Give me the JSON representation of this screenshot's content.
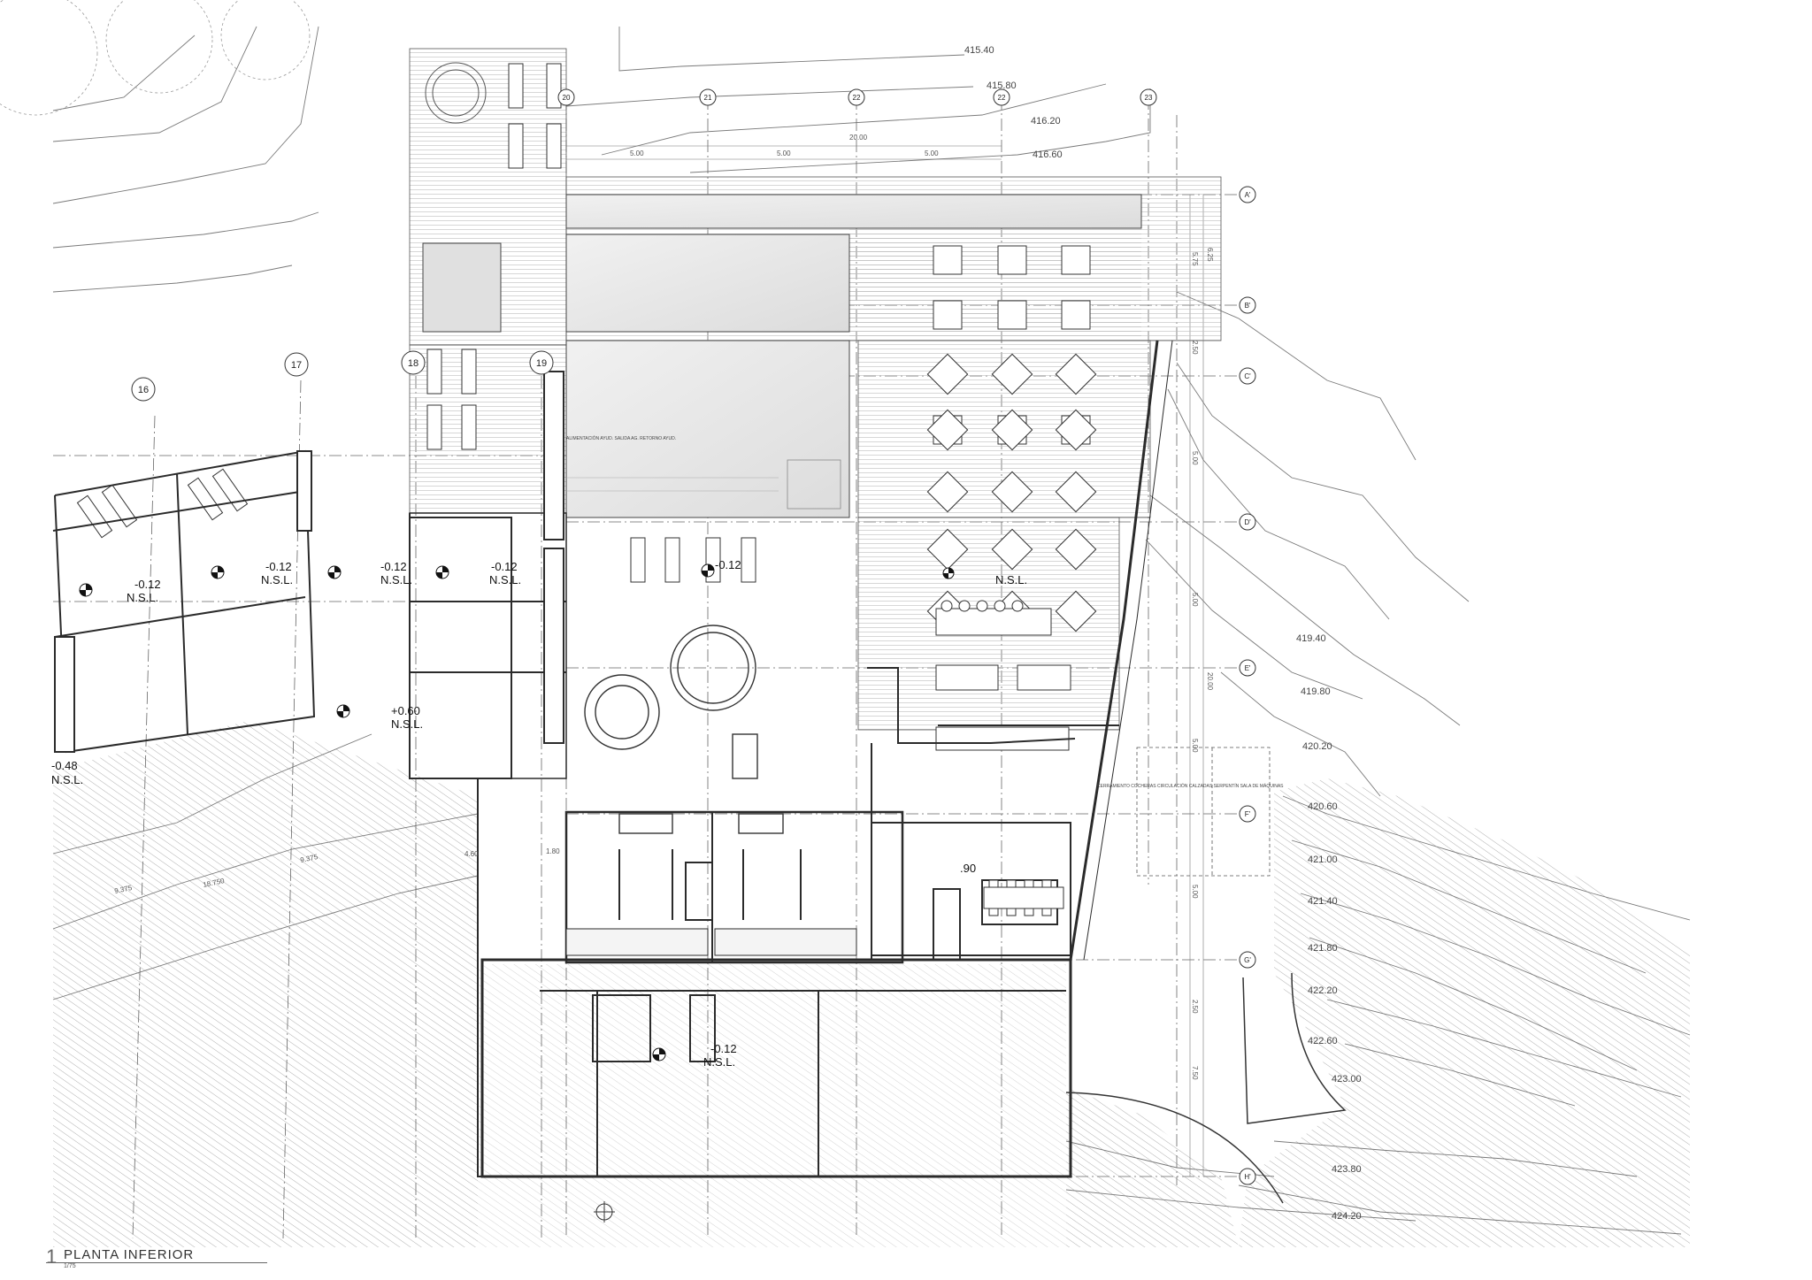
{
  "title": {
    "number": "1",
    "name": "PLANTA INFERIOR",
    "scale": "1/75"
  },
  "grid_columns": [
    "16",
    "17",
    "18",
    "19",
    "20",
    "21",
    "22",
    "22",
    "23"
  ],
  "grid_rows": [
    "A'",
    "B'",
    "C'",
    "D'",
    "E'",
    "F'",
    "G'",
    "H'"
  ],
  "contours": [
    "415.40",
    "415.80",
    "416.20",
    "416.60",
    "419.40",
    "419.80",
    "420.20",
    "420.60",
    "421.00",
    "421.40",
    "421.80",
    "422.20",
    "422.60",
    "423.00",
    "423.80",
    "424.20"
  ],
  "levels": [
    {
      "value": "-0.12",
      "tag": "N.S.L."
    },
    {
      "value": "-0.12",
      "tag": "N.S.L."
    },
    {
      "value": "-0.12",
      "tag": "N.S.L."
    },
    {
      "value": "-0.12",
      "tag": "N.S.L."
    },
    {
      "value": "-0.12",
      "tag": ""
    },
    {
      "value": "+0.60",
      "tag": "N.S.L."
    },
    {
      "value": "-0.12",
      "tag": "N.S.L."
    },
    {
      "value": "",
      "tag": "N.S.L."
    },
    {
      "value": "-0.48",
      "tag": "N.S.L."
    },
    {
      "value": ".90",
      "tag": ""
    }
  ],
  "dimensions": [
    "5.00",
    "5.00",
    "5.00",
    "20.00",
    "5.75",
    "6.25",
    "2.50",
    "5.00",
    "5.00",
    "20.00",
    "5.00",
    "5.00",
    "2.50",
    "7.50",
    "9.375",
    "18.750",
    "9.375",
    "4.60",
    "1.80"
  ],
  "notes": [
    "ALIMENTACIÓN AYUD. SALIDA AG. RETORNO AYUD.",
    "CERRAMIENTO COCHERAS CIRCULACIÓN CALZADAS SERPENTÍN SALA DE MÁQUINAS"
  ],
  "colors": {
    "wall": "#2b2b2b",
    "line": "#555555",
    "grid": "#666666",
    "hatch": "#9a9a9a",
    "pool": "#e6e6e6",
    "deck": "#b5b5b5"
  }
}
